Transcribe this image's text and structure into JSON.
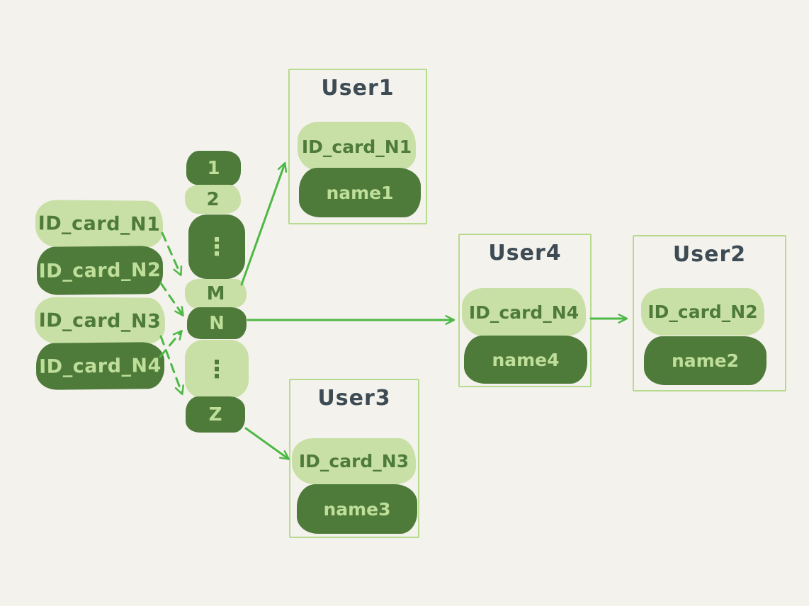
{
  "canvas": {
    "background": "#f4f2ec"
  },
  "colors": {
    "dark_green": "#4e7b3a",
    "light_green": "#c8e0a6",
    "text_on_dark": "#bede99",
    "text_on_light": "#4e7b3a",
    "arrow_green": "#4cb845",
    "box_border": "#b6da8e",
    "title_text": "#3d4b55"
  },
  "id_cards": [
    {
      "label": "ID_card_N1",
      "variant": "light"
    },
    {
      "label": "ID_card_N2",
      "variant": "dark"
    },
    {
      "label": "ID_card_N3",
      "variant": "light"
    },
    {
      "label": "ID_card_N4",
      "variant": "dark"
    }
  ],
  "hash_table": {
    "buckets": [
      {
        "label": "1",
        "variant": "dark"
      },
      {
        "label": "2",
        "variant": "light"
      },
      {
        "label": "⋮",
        "variant": "dark"
      },
      {
        "label": "M",
        "variant": "light"
      },
      {
        "label": "N",
        "variant": "dark"
      },
      {
        "label": "⋮",
        "variant": "light"
      },
      {
        "label": "Z",
        "variant": "dark"
      }
    ]
  },
  "users": [
    {
      "title": "User1",
      "id_card": "ID_card_N1",
      "name": "name1"
    },
    {
      "title": "User4",
      "id_card": "ID_card_N4",
      "name": "name4"
    },
    {
      "title": "User2",
      "id_card": "ID_card_N2",
      "name": "name2"
    },
    {
      "title": "User3",
      "id_card": "ID_card_N3",
      "name": "name3"
    }
  ],
  "connections": {
    "dashed": [
      {
        "from": "ID_card_N1",
        "to": "bucket-M"
      },
      {
        "from": "ID_card_N2",
        "to": "bucket-N"
      },
      {
        "from": "ID_card_N3",
        "to": "bucket-Z"
      },
      {
        "from": "ID_card_N4",
        "to": "bucket-N"
      }
    ],
    "solid": [
      {
        "from": "bucket-M",
        "to": "User1"
      },
      {
        "from": "bucket-N",
        "to": "User4"
      },
      {
        "from": "User4",
        "to": "User2"
      },
      {
        "from": "bucket-Z",
        "to": "User3"
      }
    ]
  }
}
